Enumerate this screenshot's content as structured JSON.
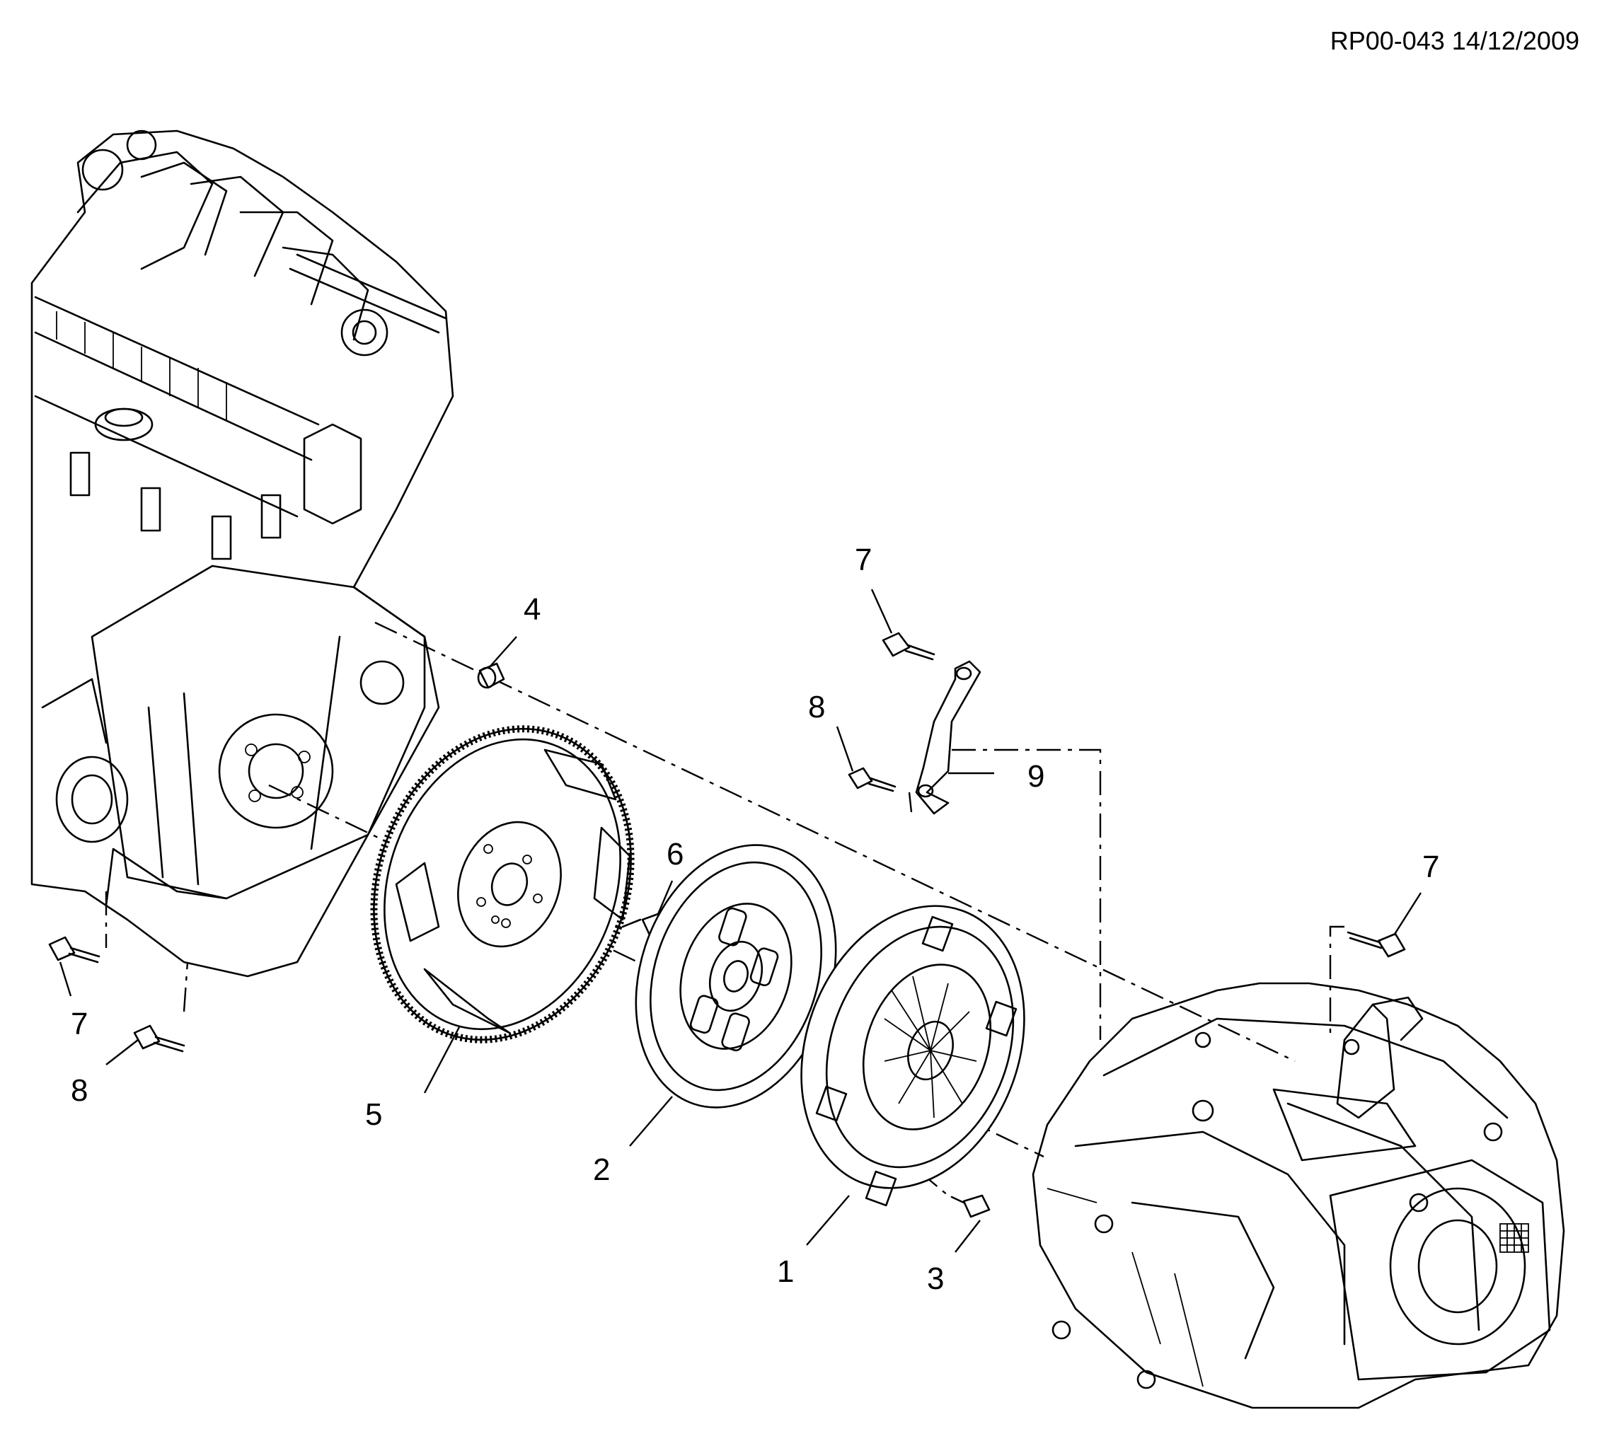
{
  "drawing_ref": "RP00-043 14/12/2009",
  "callouts": {
    "c1": "1",
    "c2": "2",
    "c3": "3",
    "c4": "4",
    "c5": "5",
    "c6": "6",
    "c7a": "7",
    "c7b": "7",
    "c7c": "7",
    "c8a": "8",
    "c8b": "8",
    "c9": "9"
  }
}
